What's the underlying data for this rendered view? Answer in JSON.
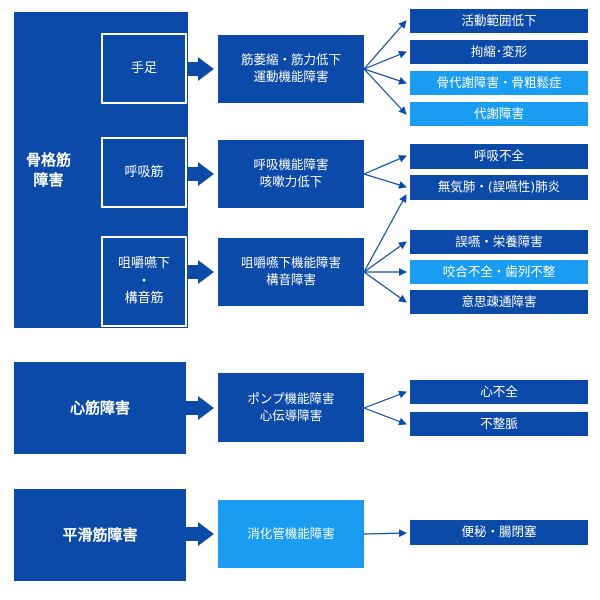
{
  "colors": {
    "dark": "#0b4aa8",
    "light": "#1a9cf0"
  },
  "groups": [
    {
      "label": "骨格筋\n障害",
      "subs": [
        {
          "label": "手足",
          "mid": "筋萎縮・筋力低下\n運動機能障害",
          "results": [
            "活動範囲低下",
            "拘縮･変形",
            "骨代謝障害・骨粗鬆症",
            "代謝障害"
          ]
        },
        {
          "label": "呼吸筋",
          "mid": "呼吸機能障害\n咳嗽力低下",
          "results": [
            "呼吸不全",
            "無気肺・(誤嚥性)肺炎"
          ]
        },
        {
          "label": "咀嚼嚥下\n・\n構音筋",
          "mid": "咀嚼嚥下機能障害\n構音障害",
          "results": [
            "誤嚥・栄養障害",
            "咬合不全・歯列不整",
            "意思疎通障害"
          ]
        }
      ]
    },
    {
      "label": "心筋障害",
      "mid": "ポンプ機能障害\n心伝導障害",
      "results": [
        "心不全",
        "不整脈"
      ]
    },
    {
      "label": "平滑筋障害",
      "mid": "消化管機能障害",
      "results": [
        "便秘・腸閉塞"
      ]
    }
  ]
}
